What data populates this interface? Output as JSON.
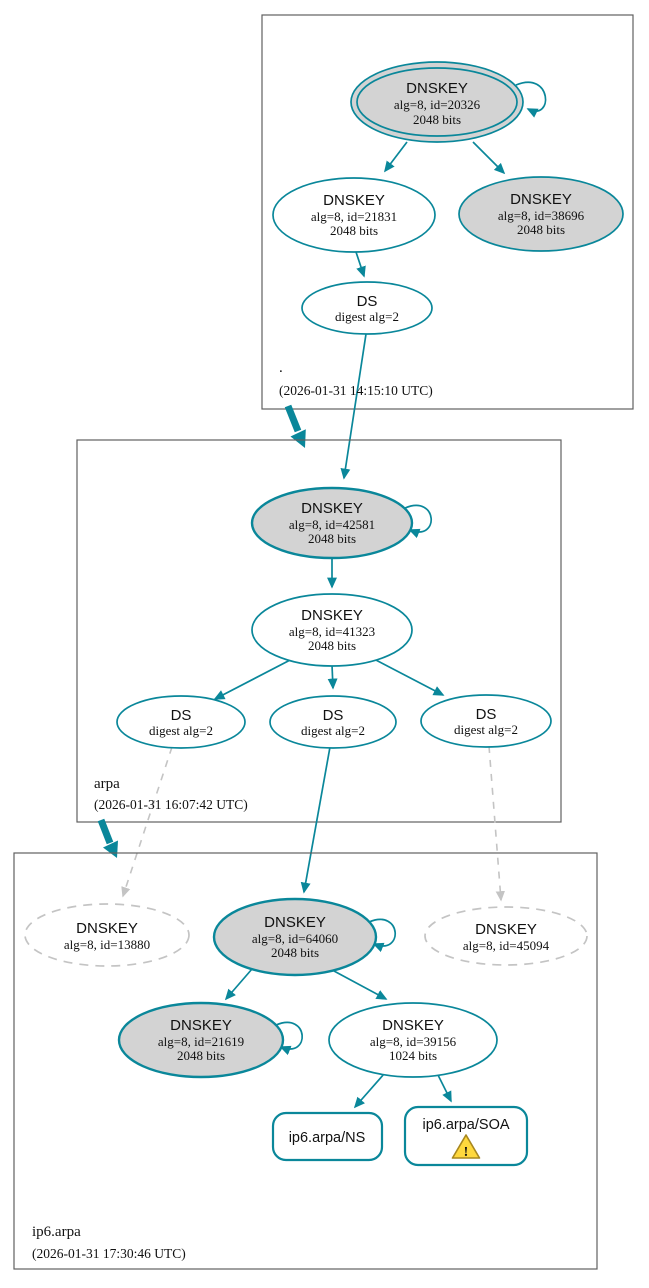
{
  "colors": {
    "accent": "#0a879a",
    "ksk_fill": "#d3d3d3",
    "dashed": "#c4c4c4",
    "box_border": "#606060",
    "warning_fill": "#ffd83d",
    "warning_border": "#a8871f"
  },
  "zones": {
    "root": {
      "name": ".",
      "timestamp": "(2026-01-31 14:15:10 UTC)",
      "ksk": {
        "title": "DNSKEY",
        "alg": "alg=8, id=20326",
        "bits": "2048 bits"
      },
      "zsk": {
        "title": "DNSKEY",
        "alg": "alg=8, id=21831",
        "bits": "2048 bits"
      },
      "standby_ksk": {
        "title": "DNSKEY",
        "alg": "alg=8, id=38696",
        "bits": "2048 bits"
      },
      "ds": {
        "title": "DS",
        "digest": "digest alg=2"
      }
    },
    "arpa": {
      "name": "arpa",
      "timestamp": "(2026-01-31 16:07:42 UTC)",
      "ksk": {
        "title": "DNSKEY",
        "alg": "alg=8, id=42581",
        "bits": "2048 bits"
      },
      "zsk": {
        "title": "DNSKEY",
        "alg": "alg=8, id=41323",
        "bits": "2048 bits"
      },
      "ds_left": {
        "title": "DS",
        "digest": "digest alg=2"
      },
      "ds_middle": {
        "title": "DS",
        "digest": "digest alg=2"
      },
      "ds_right": {
        "title": "DS",
        "digest": "digest alg=2"
      }
    },
    "ip6_arpa": {
      "name": "ip6.arpa",
      "timestamp": "(2026-01-31 17:30:46 UTC)",
      "dnskey_13880": {
        "title": "DNSKEY",
        "alg": "alg=8, id=13880"
      },
      "ksk": {
        "title": "DNSKEY",
        "alg": "alg=8, id=64060",
        "bits": "2048 bits"
      },
      "dnskey_45094": {
        "title": "DNSKEY",
        "alg": "alg=8, id=45094"
      },
      "ksk2": {
        "title": "DNSKEY",
        "alg": "alg=8, id=21619",
        "bits": "2048 bits"
      },
      "zsk": {
        "title": "DNSKEY",
        "alg": "alg=8, id=39156",
        "bits": "1024 bits"
      },
      "ns_rrset": {
        "label": "ip6.arpa/NS"
      },
      "soa_rrset": {
        "label": "ip6.arpa/SOA",
        "warning_glyph": "!"
      }
    }
  }
}
